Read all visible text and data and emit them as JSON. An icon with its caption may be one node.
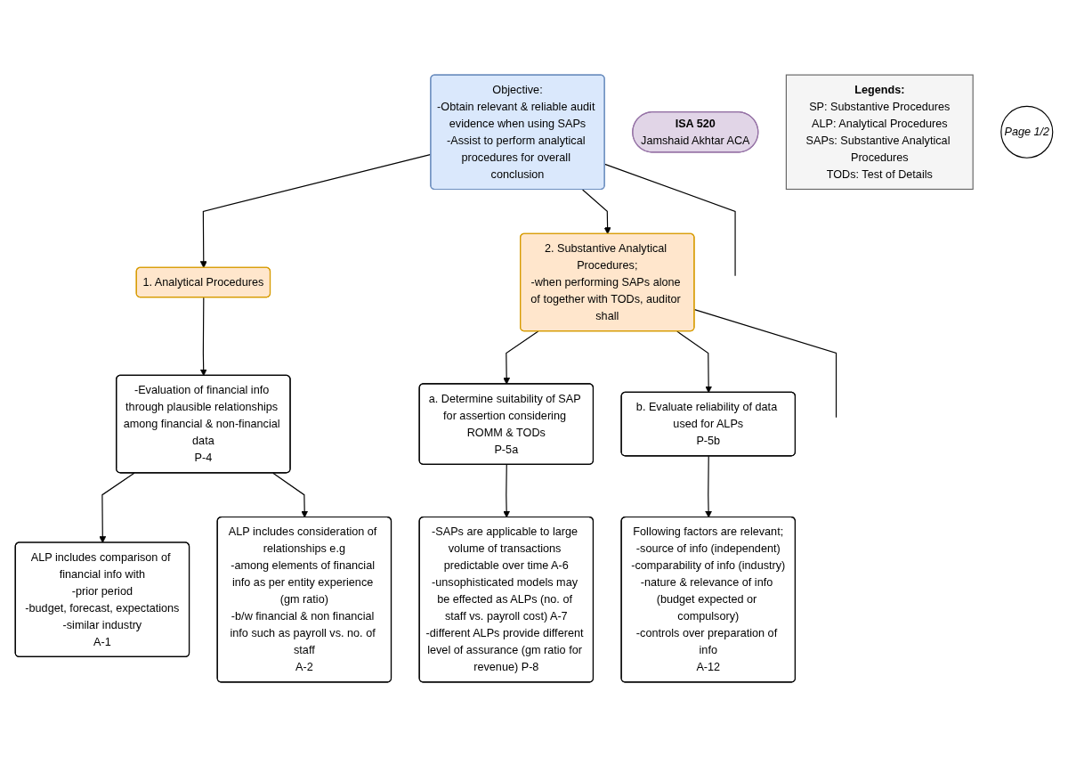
{
  "diagram": {
    "nodes": [
      {
        "text": [
          "ISA 520",
          "Jamshaid Akhtar ACA"
        ]
      },
      {
        "text": [
          "Objective:",
          "-Obtain relevant & reliable audit evidence when using SAPs",
          "-Assist to perform analytical procedures for overall conclusion"
        ]
      },
      {
        "text": [
          "1. Analytical Procedures"
        ]
      },
      {
        "text": [
          "2. Substantive Analytical Procedures;",
          "-when performing SAPs alone of together with TODs, auditor shall"
        ]
      },
      {
        "text": [
          "-Evaluation of financial info through plausible relationships among financial & non-financial data",
          "P-4"
        ]
      },
      {
        "text": [
          "a. Determine suitability of SAP for assertion considering ROMM & TODs",
          "P-5a"
        ]
      },
      {
        "text": [
          "b. Evaluate reliability of data used for ALPs",
          "P-5b"
        ]
      },
      {
        "text": [
          "ALP includes comparison of financial info with",
          "-prior period",
          "-budget, forecast, expectations",
          "-similar industry",
          "A-1"
        ]
      },
      {
        "text": [
          "ALP includes consideration of relationships e.g",
          "-among elements of financial info as per entity experience (gm ratio)",
          "-b/w financial & non financial info such as payroll vs. no. of staff",
          "A-2"
        ]
      },
      {
        "text": [
          "-SAPs are applicable to large volume of transactions predictable over time A-6",
          "-unsophisticated models may be effected as ALPs (no. of staff vs. payroll cost) A-7",
          "-different ALPs provide different level of assurance (gm ratio for revenue) P-8"
        ]
      },
      {
        "text": [
          "Following factors are relevant;",
          "-source of info (independent)",
          "-comparability of info (industry)",
          "-nature & relevance of info (budget expected or compulsory)",
          "-controls over preparation of info",
          "A-12"
        ]
      },
      {
        "text": [
          "Legends:",
          "SP: Substantive Procedures",
          "ALP: Analytical Procedures",
          "SAPs: Substantive Analytical Procedures",
          "TODs: Test of Details"
        ]
      },
      {
        "text": [
          "Page 1/2"
        ]
      }
    ],
    "edges": [
      {
        "from": 1,
        "to": 2,
        "arrow": "to"
      },
      {
        "from": 1,
        "to": 3,
        "arrow": "to"
      },
      {
        "from": 1,
        "to": null,
        "arrow": "none"
      },
      {
        "from": 2,
        "to": 4,
        "arrow": "to"
      },
      {
        "from": 3,
        "to": 5,
        "arrow": "to"
      },
      {
        "from": 3,
        "to": 6,
        "arrow": "to"
      },
      {
        "from": 3,
        "to": null,
        "arrow": "none"
      },
      {
        "from": 4,
        "to": 7,
        "arrow": "to"
      },
      {
        "from": 4,
        "to": 8,
        "arrow": "to"
      },
      {
        "from": 5,
        "to": 9,
        "arrow": "to"
      },
      {
        "from": 6,
        "to": 10,
        "arrow": "to"
      }
    ]
  }
}
